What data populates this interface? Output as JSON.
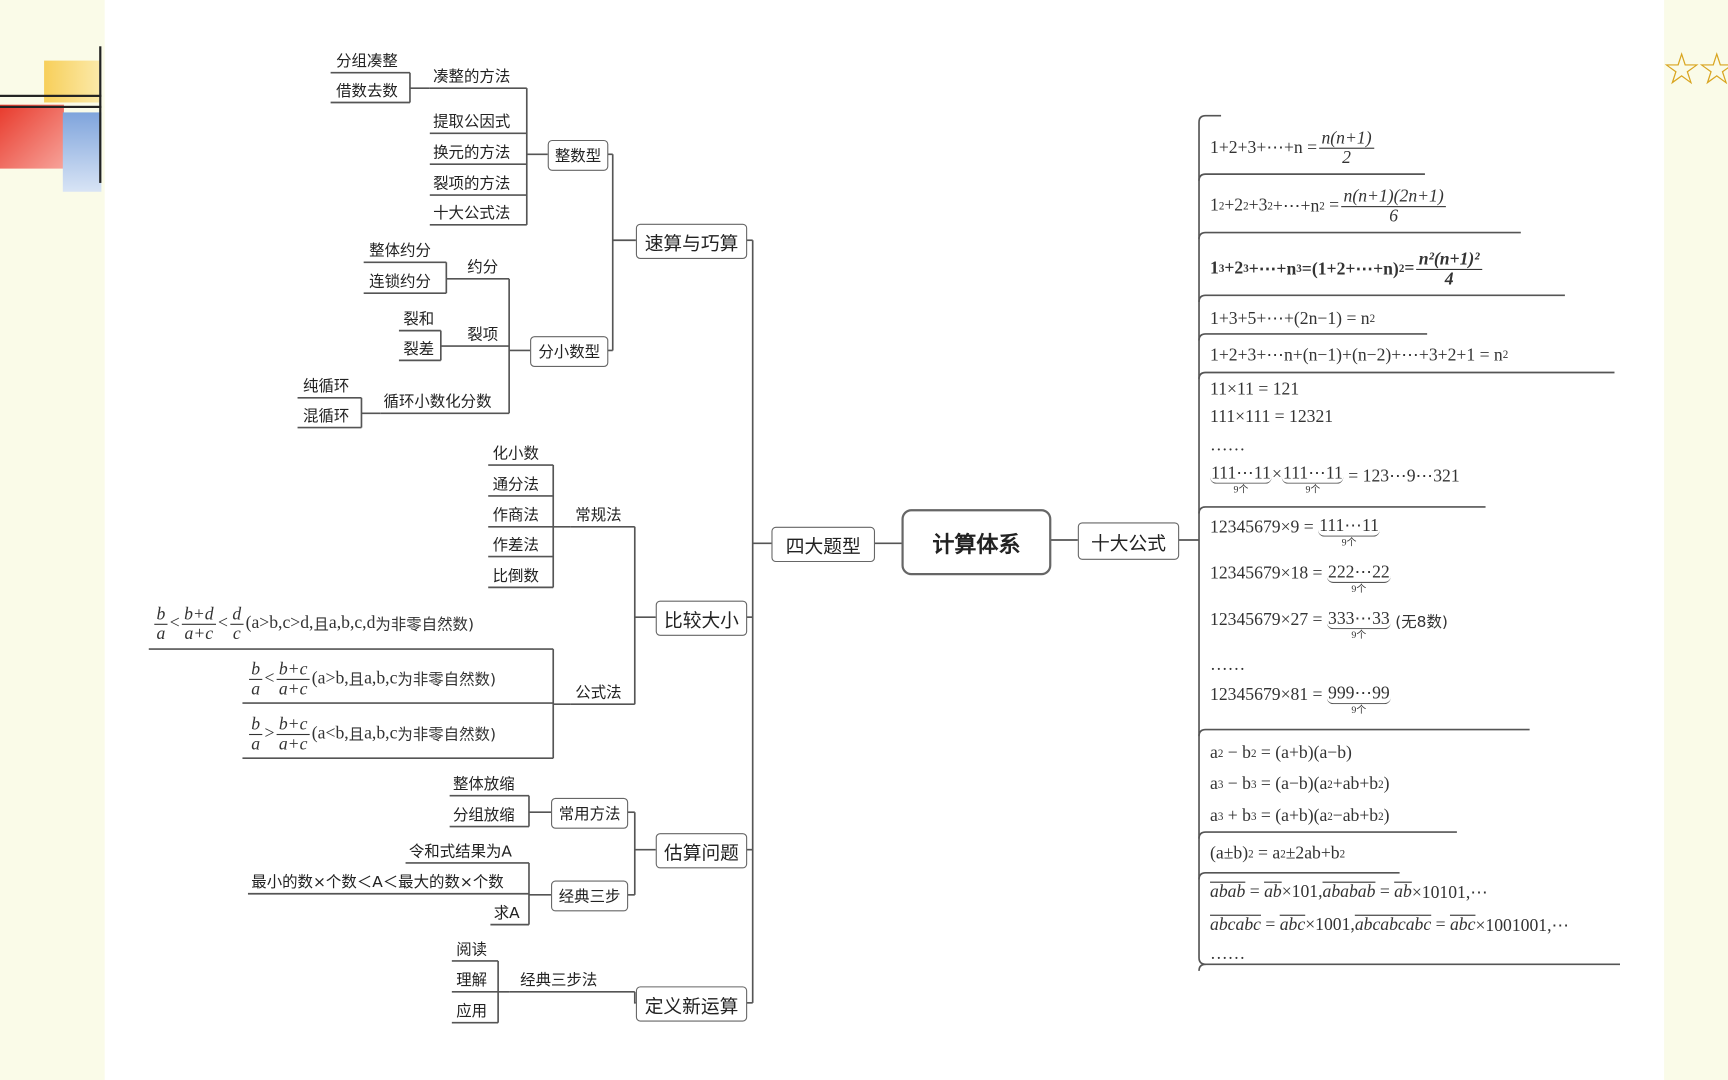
{
  "root": "计算体系",
  "branches": {
    "left_main": "四大题型",
    "right_main": "十大公式"
  },
  "categories": {
    "susuan": {
      "label": "速算与巧算",
      "integer": {
        "label": "整数型",
        "items": [
          "凑整的方法",
          "提取公因式",
          "换元的方法",
          "裂项的方法",
          "十大公式法"
        ],
        "couzheng_children": [
          "分组凑整",
          "借数去数"
        ]
      },
      "fraction": {
        "label": "分小数型",
        "items": [
          "约分",
          "裂项",
          "循环小数化分数"
        ],
        "yuefen_children": [
          "整体约分",
          "连锁约分"
        ],
        "liexiang_children": [
          "裂和",
          "裂差"
        ],
        "xunhuan_children": [
          "纯循环",
          "混循环"
        ]
      }
    },
    "bijiao": {
      "label": "比较大小",
      "conventional": {
        "label": "常规法",
        "items": [
          "化小数",
          "通分法",
          "作商法",
          "作差法",
          "比倒数"
        ]
      },
      "formula": {
        "label": "公式法",
        "formulas": [
          [
            {
              "frac": [
                "b",
                "a"
              ]
            },
            "<",
            {
              "frac": [
                "b+d",
                "a+c"
              ]
            },
            "<",
            {
              "frac": [
                "d",
                "c"
              ]
            },
            "(a>b,c>d,",
            {
              "cn": "且"
            },
            "a,b,c,d",
            {
              "cn": "为非零自然数)"
            }
          ],
          [
            {
              "frac": [
                "b",
                "a"
              ]
            },
            "<",
            {
              "frac": [
                "b+c",
                "a+c"
              ]
            },
            "(a>b,",
            {
              "cn": "且"
            },
            "a,b,c",
            {
              "cn": "为非零自然数)"
            }
          ],
          [
            {
              "frac": [
                "b",
                "a"
              ]
            },
            ">",
            {
              "frac": [
                "b+c",
                "a+c"
              ]
            },
            "(a<b,",
            {
              "cn": "且"
            },
            "a,b,c",
            {
              "cn": "为非零自然数)"
            }
          ]
        ]
      }
    },
    "gusuan": {
      "label": "估算问题",
      "common": {
        "label": "常用方法",
        "items": [
          "整体放缩",
          "分组放缩"
        ]
      },
      "three_steps": {
        "label": "经典三步",
        "items": [
          "令和式结果为A",
          "最小的数×个数＜A＜最大的数×个数",
          "求A"
        ]
      }
    },
    "dingyi": {
      "label": "定义新运算",
      "method": {
        "label": "经典三步法",
        "items": [
          "阅读",
          "理解",
          "应用"
        ]
      }
    }
  },
  "ten_formulas": [
    [
      "1+2+3+⋯+n =",
      {
        "frac": [
          "n(n+1)",
          "2"
        ]
      }
    ],
    [
      "1",
      {
        "sup": "2"
      },
      "+2",
      {
        "sup": "2"
      },
      "+3",
      {
        "sup": "2"
      },
      "+⋯+n",
      {
        "sup": "2"
      },
      " =",
      {
        "frac": [
          "n(n+1)(2n+1)",
          "6"
        ]
      }
    ],
    [
      "1",
      {
        "sup": "3"
      },
      "+2",
      {
        "sup": "3"
      },
      "+⋯+n",
      {
        "sup": "3"
      },
      "=(1+2+⋯+n)",
      {
        "sup": "2"
      },
      "=",
      {
        "frac": [
          "n²(n+1)²",
          "4"
        ]
      }
    ],
    [
      "1+3+5+⋯+(2n−1) = n",
      {
        "sup": "2"
      }
    ],
    [
      "1+2+3+⋯n+(n−1)+(n−2)+⋯+3+2+1 = n",
      {
        "sup": "2"
      }
    ],
    [
      "11×11 = 121"
    ],
    [
      "111×111 = 12321"
    ],
    [
      "……"
    ],
    [
      {
        "brace": [
          "111⋯11",
          "9个"
        ]
      },
      "×",
      {
        "brace": [
          "111⋯11",
          "9个"
        ]
      },
      " = 123⋯9⋯321"
    ],
    [
      "12345679×9 = ",
      {
        "brace": [
          "111⋯11",
          "9个"
        ]
      }
    ],
    [
      "12345679×18 = ",
      {
        "brace": [
          "222⋯22",
          "9个"
        ]
      }
    ],
    [
      "12345679×27 = ",
      {
        "brace": [
          "333⋯33",
          "9个"
        ]
      },
      " ",
      {
        "cn": "(无8数)"
      }
    ],
    [
      "……"
    ],
    [
      "12345679×81 = ",
      {
        "brace": [
          "999⋯99",
          "9个"
        ]
      }
    ],
    [
      "a",
      {
        "sup": "2"
      },
      " − b",
      {
        "sup": "2"
      },
      " = (a+b)(a−b)"
    ],
    [
      "a",
      {
        "sup": "3"
      },
      " − b",
      {
        "sup": "3"
      },
      " = (a−b)(a",
      {
        "sup": "2"
      },
      "+ab+b",
      {
        "sup": "2"
      },
      ")"
    ],
    [
      "a",
      {
        "sup": "3"
      },
      " + b",
      {
        "sup": "3"
      },
      " = (a+b)(a",
      {
        "sup": "2"
      },
      "−ab+b",
      {
        "sup": "2"
      },
      ")"
    ],
    [
      "(a±b)",
      {
        "sup": "2"
      },
      " = a",
      {
        "sup": "2"
      },
      "±2ab+b",
      {
        "sup": "2"
      }
    ],
    [
      {
        "ol": "abab"
      },
      " = ",
      {
        "ol": "ab"
      },
      "×101,",
      {
        "ol": "ababab"
      },
      " = ",
      {
        "ol": "ab"
      },
      "×10101,⋯"
    ],
    [
      {
        "ol": "abcabc"
      },
      " = ",
      {
        "ol": "abc"
      },
      "×1001,",
      {
        "ol": "abcabcabc"
      },
      " = ",
      {
        "ol": "abc"
      },
      "×1001001,⋯"
    ],
    [
      "……"
    ]
  ],
  "decor": {
    "stars": "☆☆",
    "star_color": "#d9a520"
  }
}
